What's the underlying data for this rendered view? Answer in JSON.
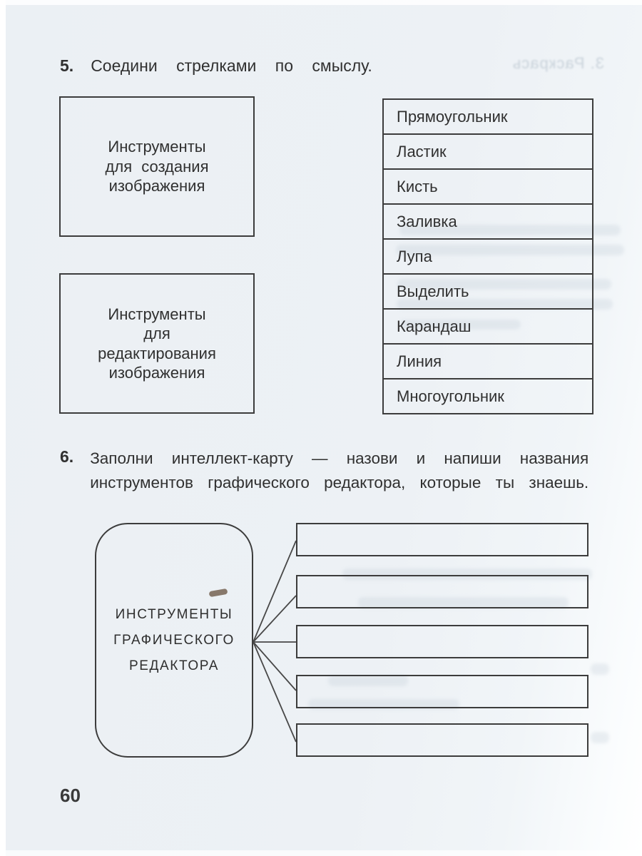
{
  "page": {
    "number": "60"
  },
  "task5": {
    "number": "5.",
    "title": "Соедини стрелками по смыслу.",
    "source_boxes": [
      {
        "lines": [
          "Инструменты",
          "для создания",
          "изображения"
        ]
      },
      {
        "lines": [
          "Инструменты",
          "для",
          "редактирования",
          "изображения"
        ]
      }
    ],
    "tools": [
      "Прямоугольник",
      "Ластик",
      "Кисть",
      "Заливка",
      "Лупа",
      "Выделить",
      "Карандаш",
      "Линия",
      "Многоугольник"
    ]
  },
  "task6": {
    "number": "6.",
    "title_lines": [
      "Заполни интеллект-карту — назови и напиши названия",
      "инструментов графического редактора, которые ты знаешь."
    ],
    "center_label_lines": [
      "ИНСТРУМЕНТЫ",
      "ГРАФИЧЕСКОГО",
      "РЕДАКТОРА"
    ],
    "blank_box_count": 5
  },
  "bleed_through": {
    "visible_text": "3. Раскрась"
  }
}
